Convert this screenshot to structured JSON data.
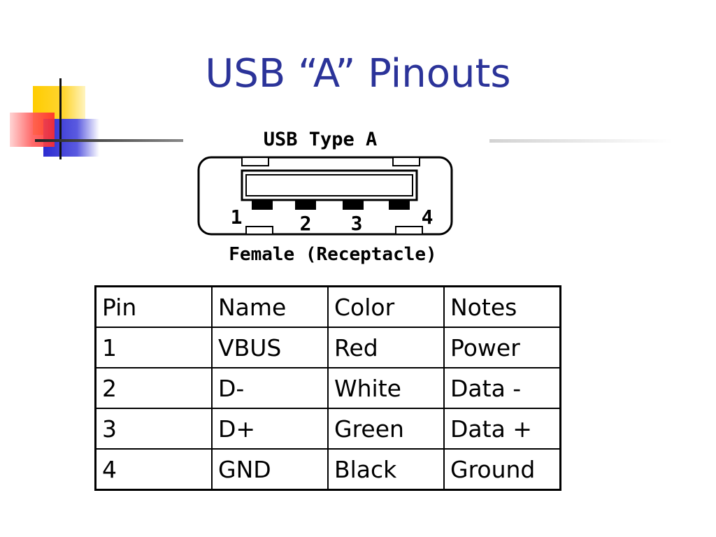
{
  "slide": {
    "title": "USB “A” Pinouts"
  },
  "diagram": {
    "heading": "USB Type A",
    "pin_labels": [
      "1",
      "2",
      "3",
      "4"
    ],
    "caption": "Female (Receptacle)"
  },
  "table": {
    "headers": [
      "Pin",
      "Name",
      "Color",
      "Notes"
    ],
    "rows": [
      [
        "1",
        "VBUS",
        "Red",
        "Power"
      ],
      [
        "2",
        "D-",
        "White",
        "Data -"
      ],
      [
        "3",
        "D+",
        "Green",
        "Data +"
      ],
      [
        "4",
        "GND",
        "Black",
        "Ground"
      ]
    ]
  },
  "colors": {
    "title": "#2b3399",
    "deco_yellow": "#ffcc00",
    "deco_red": "#ff3b3b",
    "deco_blue": "#3333cc"
  }
}
